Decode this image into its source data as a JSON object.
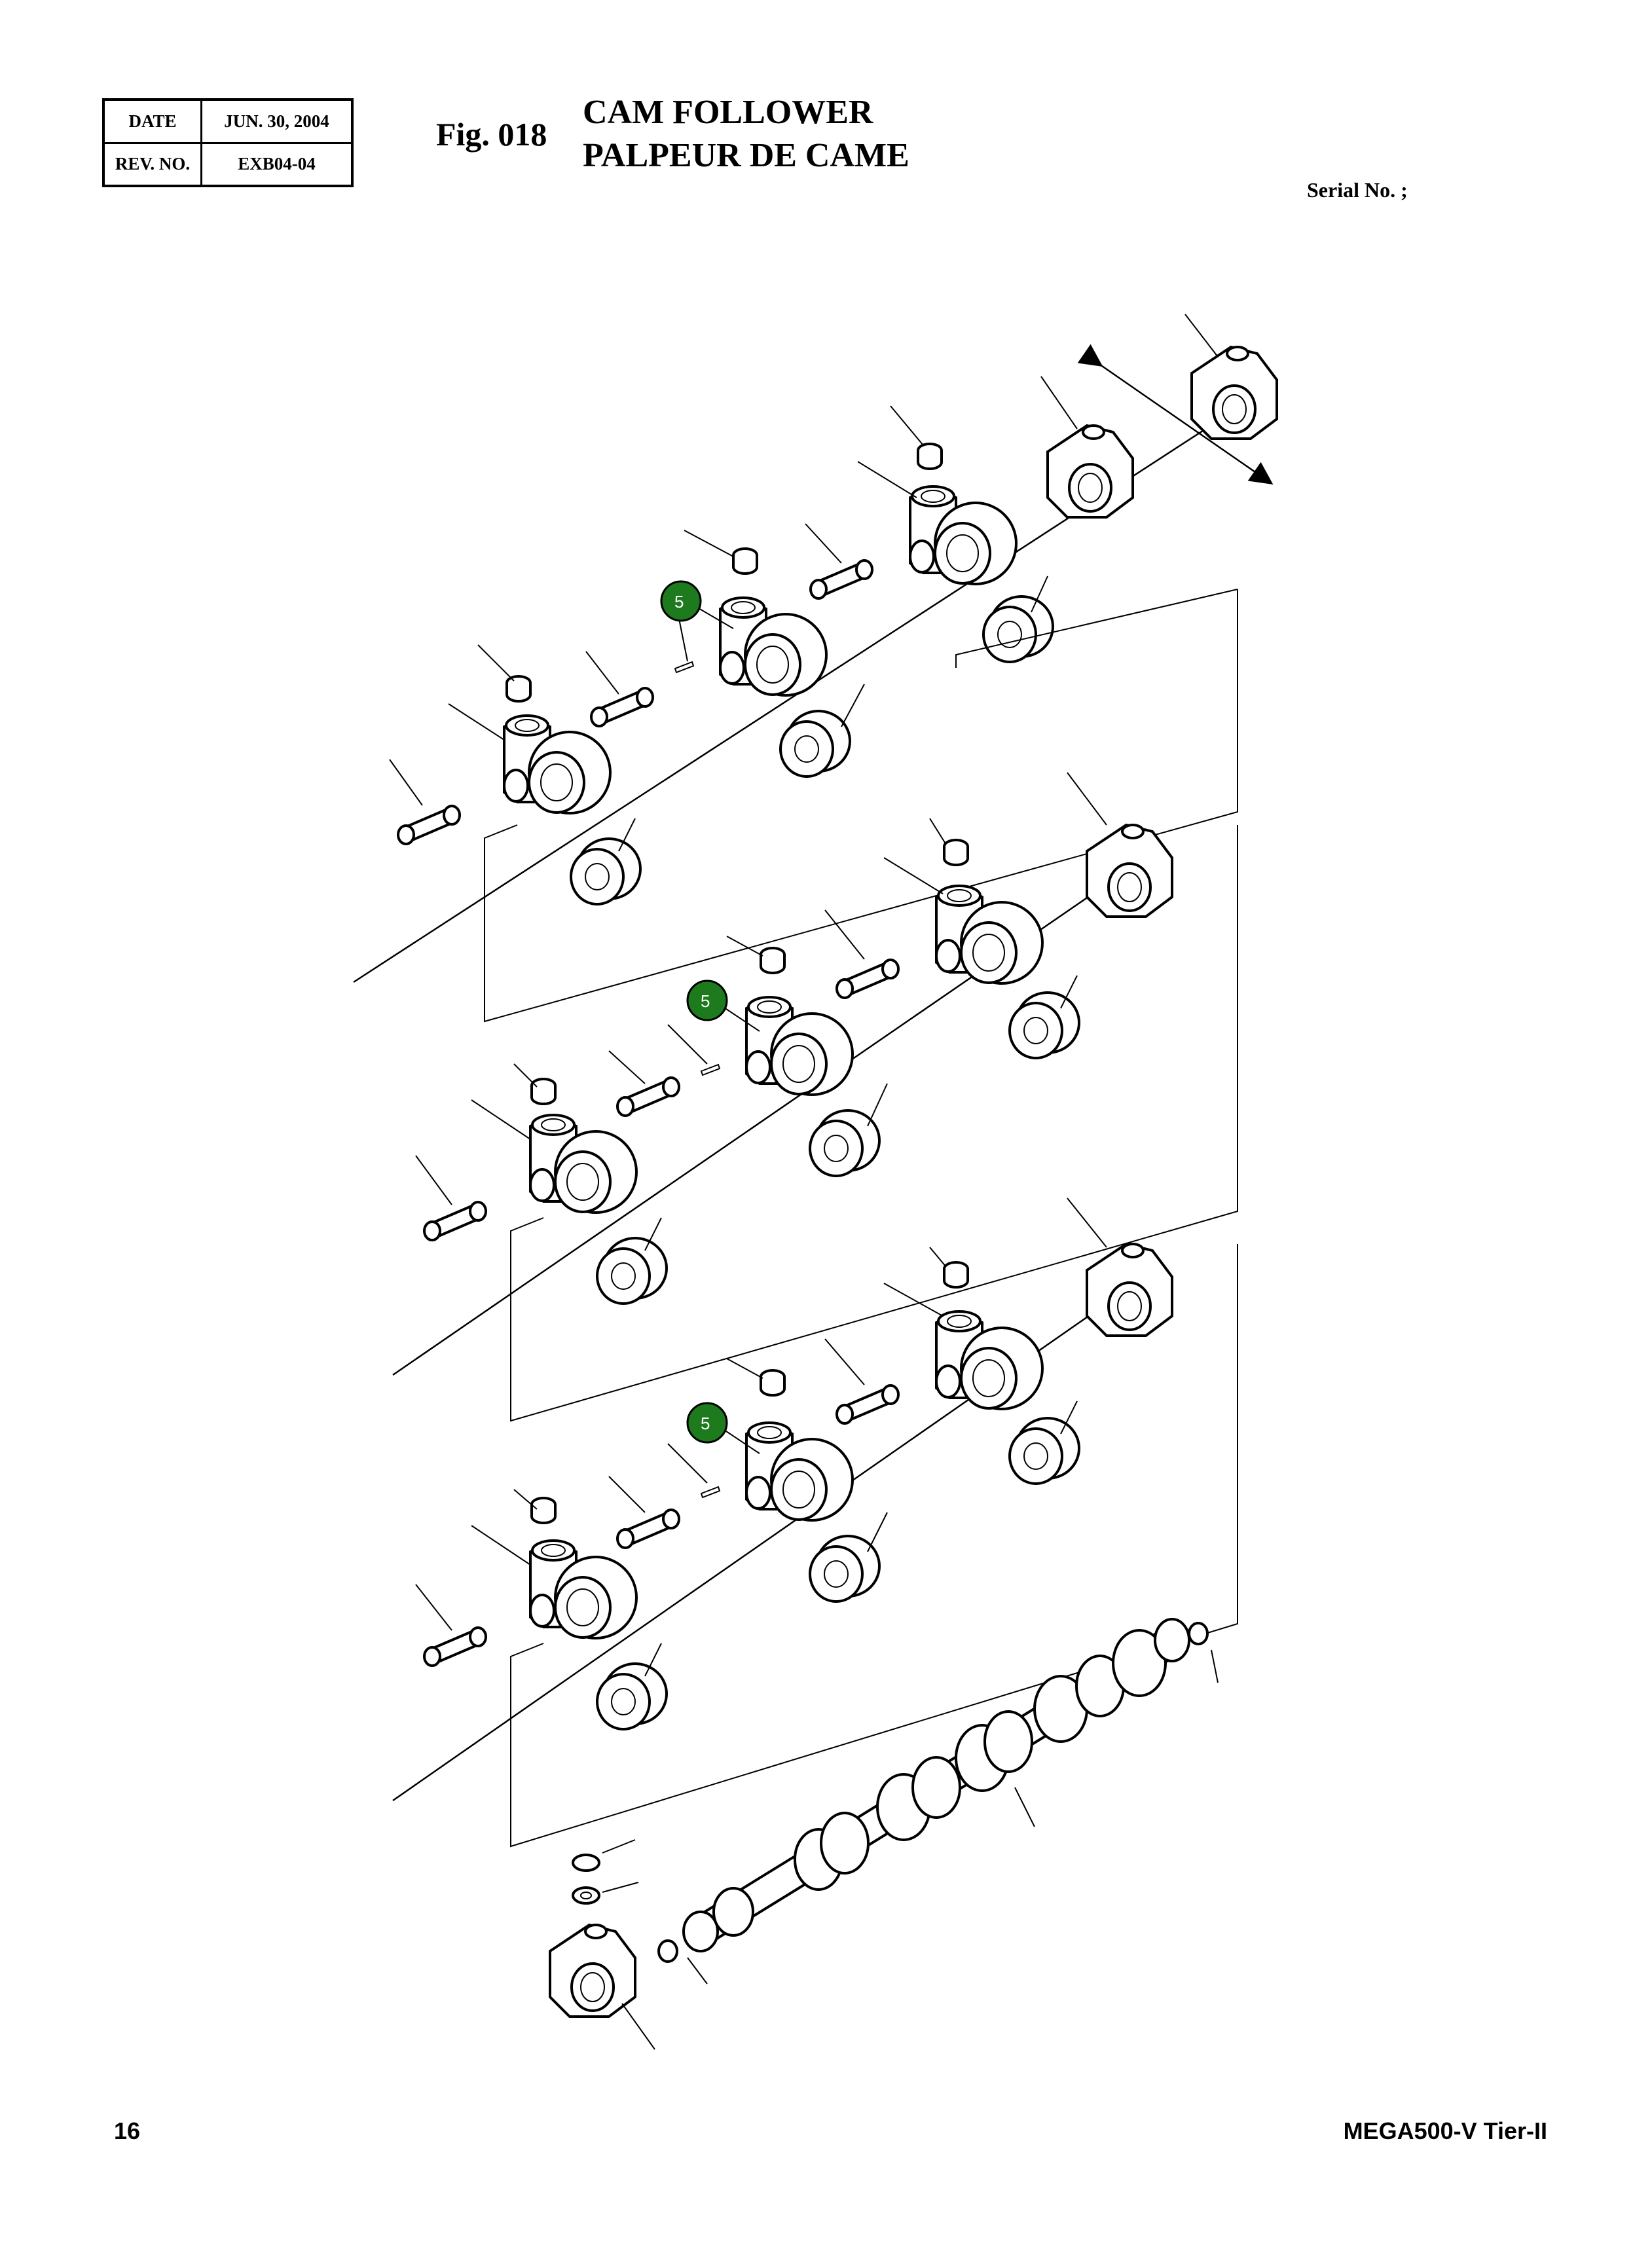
{
  "header": {
    "date_label": "DATE",
    "date_value": "JUN. 30, 2004",
    "rev_label": "REV. NO.",
    "rev_value": "EXB04-04",
    "figure_number": "Fig. 018",
    "title_en": "CAM FOLLOWER",
    "title_fr": "PALPEUR DE CAME",
    "serial_label": "Serial No. ;"
  },
  "callouts": [
    {
      "label": "5",
      "color": "#1d7a1d"
    },
    {
      "label": "5",
      "color": "#1d7a1d"
    },
    {
      "label": "5",
      "color": "#1d7a1d"
    }
  ],
  "footer": {
    "page_number": "16",
    "model": "MEGA500-V Tier-II"
  }
}
